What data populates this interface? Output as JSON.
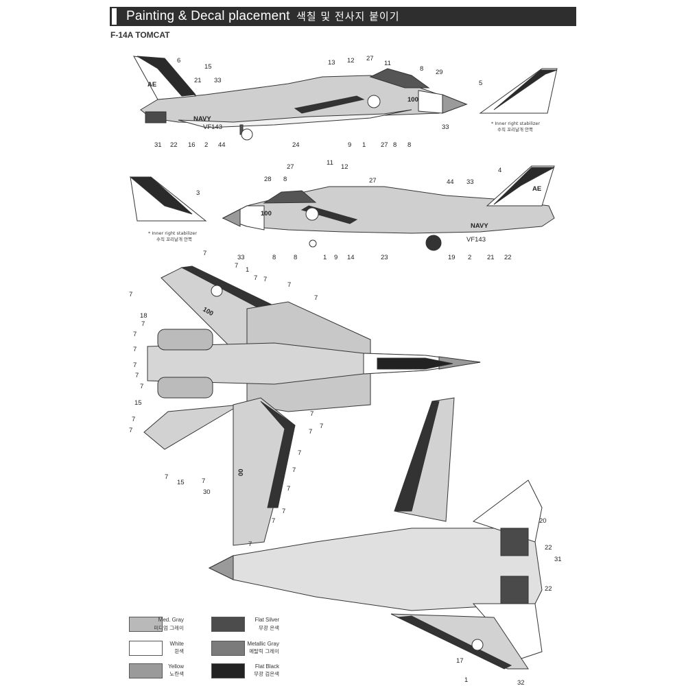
{
  "header": {
    "title": "Painting & Decal placement",
    "subtitle": "색칠 및 전사지 붙이기"
  },
  "model": "F-14A TOMCAT",
  "notes": {
    "inner_stabilizer_en": "* Inner right stabilizer",
    "inner_stabilizer_kr": "수직 꼬리날개 안쪽"
  },
  "markings": {
    "tail_code": "AE",
    "modex": "100",
    "service": "NAVY",
    "squadron": "VF143",
    "wing_code": "00"
  },
  "callouts": {
    "side_top": [
      "6",
      "15",
      "21",
      "33",
      "13",
      "12",
      "27",
      "11",
      "8",
      "29",
      "5",
      "31",
      "22",
      "16",
      "2",
      "44",
      "24",
      "9",
      "1",
      "27",
      "8",
      "8",
      "33"
    ],
    "side_bottom": [
      "11",
      "12",
      "27",
      "27",
      "28",
      "8",
      "3",
      "4",
      "44",
      "33",
      "33",
      "8",
      "8",
      "1",
      "9",
      "14",
      "23",
      "19",
      "2",
      "21",
      "22"
    ],
    "top_view": [
      "7",
      "7",
      "1",
      "7",
      "7",
      "7",
      "7",
      "7",
      "18",
      "7",
      "7",
      "7",
      "7",
      "7",
      "7",
      "15",
      "7",
      "7",
      "7",
      "7",
      "7",
      "7",
      "7",
      "7",
      "7",
      "15",
      "7",
      "30",
      "7",
      "7",
      "7"
    ],
    "bottom_view": [
      "20",
      "22",
      "31",
      "22",
      "17",
      "1",
      "32"
    ]
  },
  "legend": [
    {
      "en": "Med. Gray",
      "kr": "미디엄 그레이",
      "color": "#b9b9b9"
    },
    {
      "en": "White",
      "kr": "흰색",
      "color": "#ffffff"
    },
    {
      "en": "Yellow",
      "kr": "노란색",
      "color": "#9a9a9a"
    },
    {
      "en": "Flat Silver",
      "kr": "무광 은색",
      "color": "#4c4c4c"
    },
    {
      "en": "Metallic Gray",
      "kr": "메탈릭 그레이",
      "color": "#7b7b7b"
    },
    {
      "en": "Flat Black",
      "kr": "무광 검은색",
      "color": "#232323"
    }
  ]
}
